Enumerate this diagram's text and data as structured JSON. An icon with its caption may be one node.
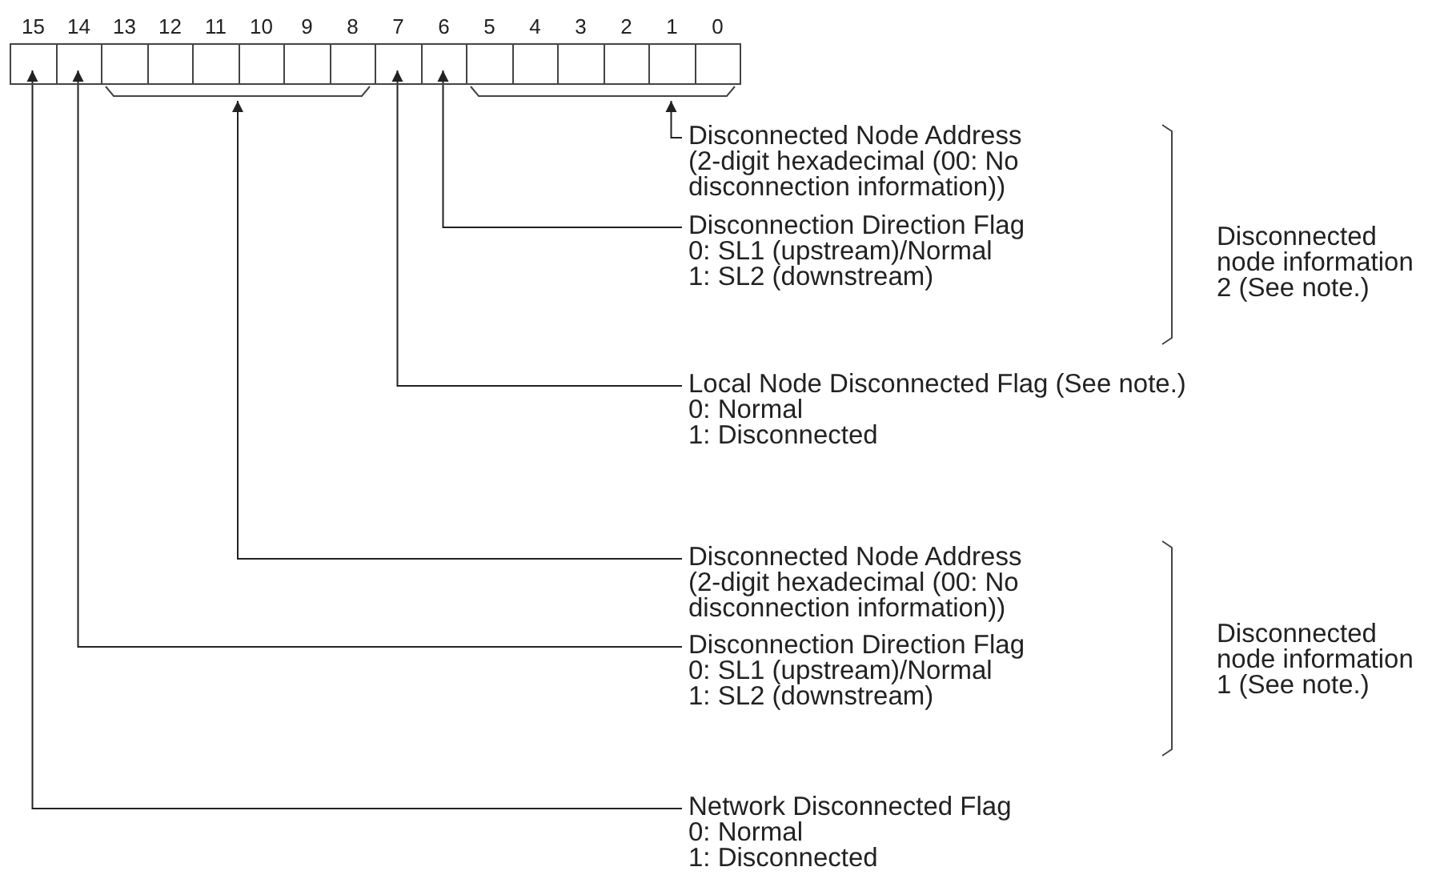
{
  "diagram": {
    "nodes": [
      {
        "text": [
          "15"
        ]
      },
      {
        "text": [
          "14"
        ]
      },
      {
        "text": [
          "13"
        ]
      },
      {
        "text": [
          "12"
        ]
      },
      {
        "text": [
          "11"
        ]
      },
      {
        "text": [
          "10"
        ]
      },
      {
        "text": [
          "9"
        ]
      },
      {
        "text": [
          "8"
        ]
      },
      {
        "text": [
          "7"
        ]
      },
      {
        "text": [
          "6"
        ]
      },
      {
        "text": [
          "5"
        ]
      },
      {
        "text": [
          "4"
        ]
      },
      {
        "text": [
          "3"
        ]
      },
      {
        "text": [
          "2"
        ]
      },
      {
        "text": [
          "1"
        ]
      },
      {
        "text": [
          "0"
        ]
      },
      {
        "text": [],
        "shape": "bracket"
      },
      {
        "text": [],
        "shape": "bracket"
      },
      {
        "text": [
          "Disconnected Node Address",
          "(2-digit hexadecimal (00: No disconnection information))"
        ]
      },
      {
        "text": [
          "Disconnection Direction Flag",
          "0: SL1 (upstream)/Normal",
          "1: SL2 (downstream)"
        ]
      },
      {
        "text": [
          "Local Node Disconnected Flag (See note.)",
          "0: Normal",
          "1: Disconnected"
        ]
      },
      {
        "text": [
          "Disconnected Node Address",
          "(2-digit hexadecimal (00: No disconnection information))"
        ]
      },
      {
        "text": [
          "Disconnection Direction Flag",
          "0: SL1 (upstream)/Normal",
          "1: SL2 (downstream)"
        ]
      },
      {
        "text": [
          "Network Disconnected Flag",
          "0: Normal",
          "1: Disconnected"
        ]
      }
    ],
    "edges": [
      {
        "from": 18,
        "to": 17,
        "arrow": "to"
      },
      {
        "from": 19,
        "to": 9,
        "arrow": "to"
      },
      {
        "from": 20,
        "to": 8,
        "arrow": "to"
      },
      {
        "from": 21,
        "to": 16,
        "arrow": "to"
      },
      {
        "from": 22,
        "to": 1,
        "arrow": "to"
      },
      {
        "from": 23,
        "to": 0,
        "arrow": "to"
      }
    ],
    "labels": [
      "Disconnected node information 2 (See note.)",
      "Disconnected node information 1 (See note.)"
    ]
  }
}
